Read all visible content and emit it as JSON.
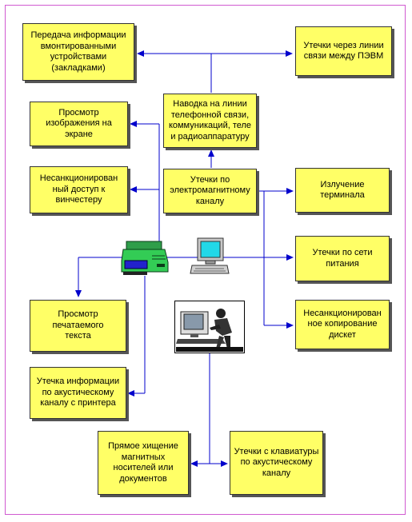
{
  "diagram": {
    "colors": {
      "box_fill": "#ffff66",
      "box_border": "#333333",
      "arrow": "#0000cc",
      "frame": "#d05ad0"
    },
    "boxes": {
      "implanted_devices": "Передача информации\nвмонтированными\nустройствами\n(закладками)",
      "pc_network_leaks": "Утечки через линии\nсвязи между ПЭВМ",
      "screen_viewing": "Просмотр\nизображения на\nэкране",
      "phone_lines_pickup": "Наводка на линии\nтелефонной связи,\nкоммуникаций, теле\nи радиоаппаратуру",
      "hdd_unauthorized_access": "Несанкционирован\nный доступ к\nвинчестеру",
      "em_channel_leaks": "Утечки по\nэлектромагнитному\nканалу",
      "terminal_emission": "Излучение\nтерминала",
      "power_network_leaks": "Утечки по сети\nпитания",
      "printed_text_viewing": "Просмотр\nпечатаемого\nтекста",
      "diskette_copying": "Несанкционирован\nное копирование\nдискет",
      "printer_acoustic_leak": "Утечка информации\nпо акустическому\nканалу с принтера",
      "media_theft": "Прямое хищение\nмагнитных\nносителей или\nдокументов",
      "keyboard_acoustic_leaks": "Утечки с клавиатуры\nпо акустическому\nканалу"
    },
    "icons": [
      "printer-icon",
      "computer-icon",
      "operator-at-computer-icon"
    ]
  }
}
